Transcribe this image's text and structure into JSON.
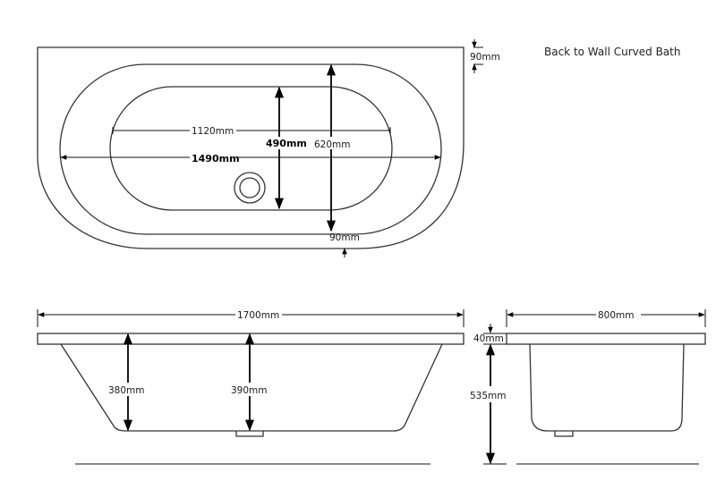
{
  "title": "Back to Wall Curved Bath",
  "plan_view": {
    "rim_top": "90mm",
    "inner_length": "1120mm",
    "inner_width": "490mm",
    "outer_inner_width": "620mm",
    "basin_length": "1490mm",
    "rim_bottom": "90mm"
  },
  "side_view": {
    "overall_length": "1700mm",
    "end_depth": "380mm",
    "center_depth": "390mm"
  },
  "end_view": {
    "overall_width": "800mm",
    "rim_thickness": "40mm",
    "total_height": "535mm"
  },
  "colors": {
    "line": "#333333",
    "background": "#ffffff"
  }
}
